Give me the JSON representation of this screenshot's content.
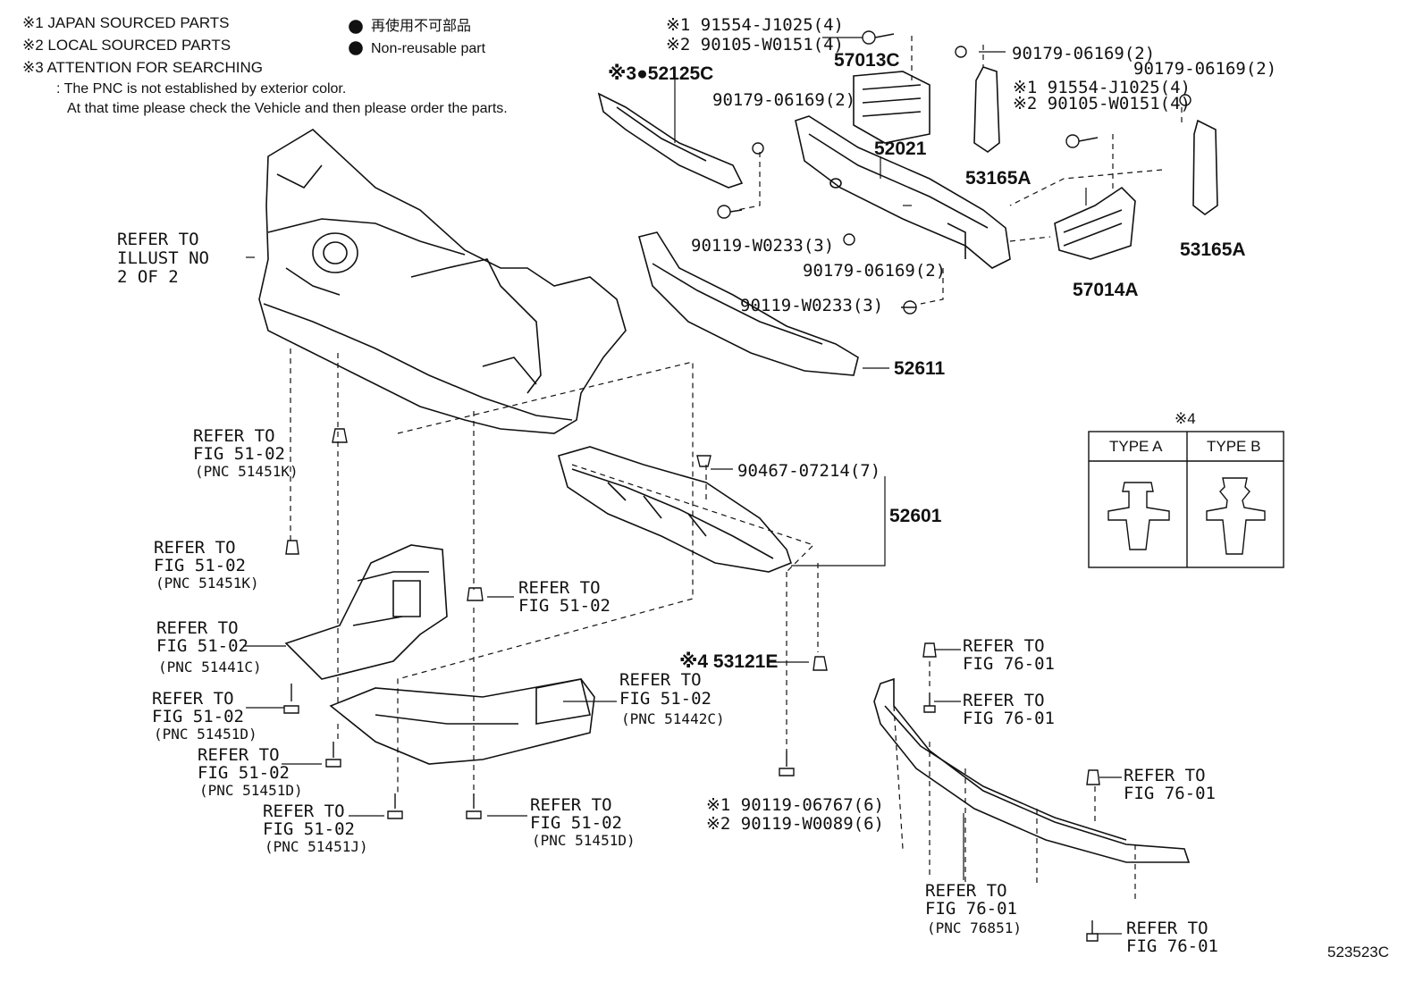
{
  "legend": {
    "note1": "※1  JAPAN SOURCED PARTS",
    "note2": "※2  LOCAL SOURCED PARTS",
    "note3": "※3  ATTENTION FOR SEARCHING",
    "note3_line1": ": The PNC is not established by exterior color.",
    "note3_line2": "At that time please check the Vehicle and then please order the parts.",
    "nonreusable_jp": "再使用不可部品",
    "nonreusable_en": "Non-reusable part"
  },
  "parts": {
    "p57013C_a": "※1 91554-J1025(4)",
    "p57013C_b": "※2 90105-W0151(4)",
    "p57013C": "57013C",
    "p52125C": "※3●52125C",
    "p90179_a": "90179-06169(2)",
    "p90179_b": "90179-06169(2)",
    "p90179_c": "90179-06169(2)",
    "p90179_d": "90179-06169(2)",
    "p52021": "52021",
    "p53165A_a": "53165A",
    "p53165A_b": "53165A",
    "p91554_b": "※1 91554-J1025(4)",
    "p90105_b": "※2 90105-W0151(4)",
    "p90119_a": "90119-W0233(3)",
    "p90119_b": "90119-W0233(3)",
    "p57014A": "57014A",
    "p52611": "52611",
    "p90467": "90467-07214(7)",
    "p52601": "52601",
    "p53121E": "※4 53121E",
    "p90119_06767": "※1 90119-06767(6)",
    "p90119_W0089": "※2 90119-W0089(6)"
  },
  "refs": {
    "r_illust_1": "REFER TO",
    "r_illust_2": "ILLUST NO",
    "r_illust_3": "2 OF 2",
    "r1_1": "REFER TO",
    "r1_2": "FIG 51-02",
    "r1_3": "(PNC 51451K)",
    "r2_1": "REFER TO",
    "r2_2": "FIG 51-02",
    "r2_3": "(PNC 51451K)",
    "r3_1": "REFER TO",
    "r3_2": "FIG 51-02",
    "r4_1": "REFER TO",
    "r4_2": "FIG 51-02",
    "r4_3": "(PNC 51441C)",
    "r5_1": "REFER TO",
    "r5_2": "FIG 51-02",
    "r5_3": "(PNC 51451D)",
    "r6_1": "REFER TO",
    "r6_2": "FIG 51-02",
    "r6_3": "(PNC 51451D)",
    "r7_1": "REFER TO",
    "r7_2": "FIG 51-02",
    "r7_3": "(PNC 51451J)",
    "r8_1": "REFER TO",
    "r8_2": "FIG 51-02",
    "r8_3": "(PNC 51442C)",
    "r9_1": "REFER TO",
    "r9_2": "FIG 51-02",
    "r9_3": "(PNC 51451D)",
    "r10_1": "REFER TO",
    "r10_2": "FIG 76-01",
    "r11_1": "REFER TO",
    "r11_2": "FIG 76-01",
    "r12_1": "REFER TO",
    "r12_2": "FIG 76-01",
    "r13_1": "REFER TO",
    "r13_2": "FIG 76-01",
    "r13_3": "(PNC 76851)",
    "r14_1": "REFER TO",
    "r14_2": "FIG 76-01"
  },
  "types": {
    "header": "※4",
    "type_a": "TYPE A",
    "type_b": "TYPE B"
  },
  "figure_id": "523523C"
}
